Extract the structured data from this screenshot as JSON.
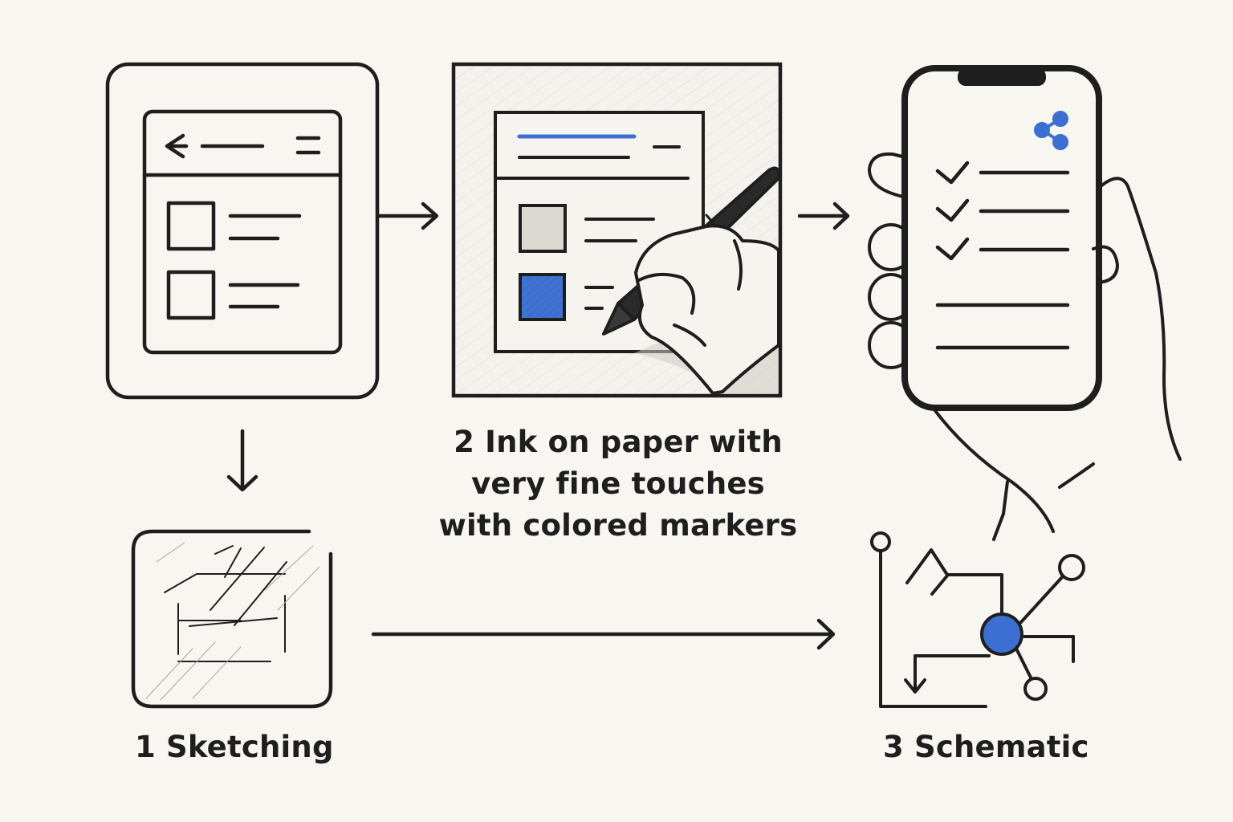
{
  "steps": [
    {
      "label": "1 Sketching"
    },
    {
      "label_lines": [
        "2 Ink on paper with",
        "very fine touches",
        "with colored markers"
      ]
    },
    {
      "label": "3 Schematic"
    }
  ],
  "colors": {
    "background": "#f8f6f1",
    "ink": "#1e1e1e",
    "accent_blue": "#3c6fd1"
  },
  "icons": [
    "wireframe-screen-icon",
    "sketch-paper-icon",
    "ink-paper-with-pen-icon",
    "phone-in-hand-icon",
    "share-icon",
    "schematic-network-icon",
    "arrow-right-icon",
    "arrow-down-icon"
  ]
}
